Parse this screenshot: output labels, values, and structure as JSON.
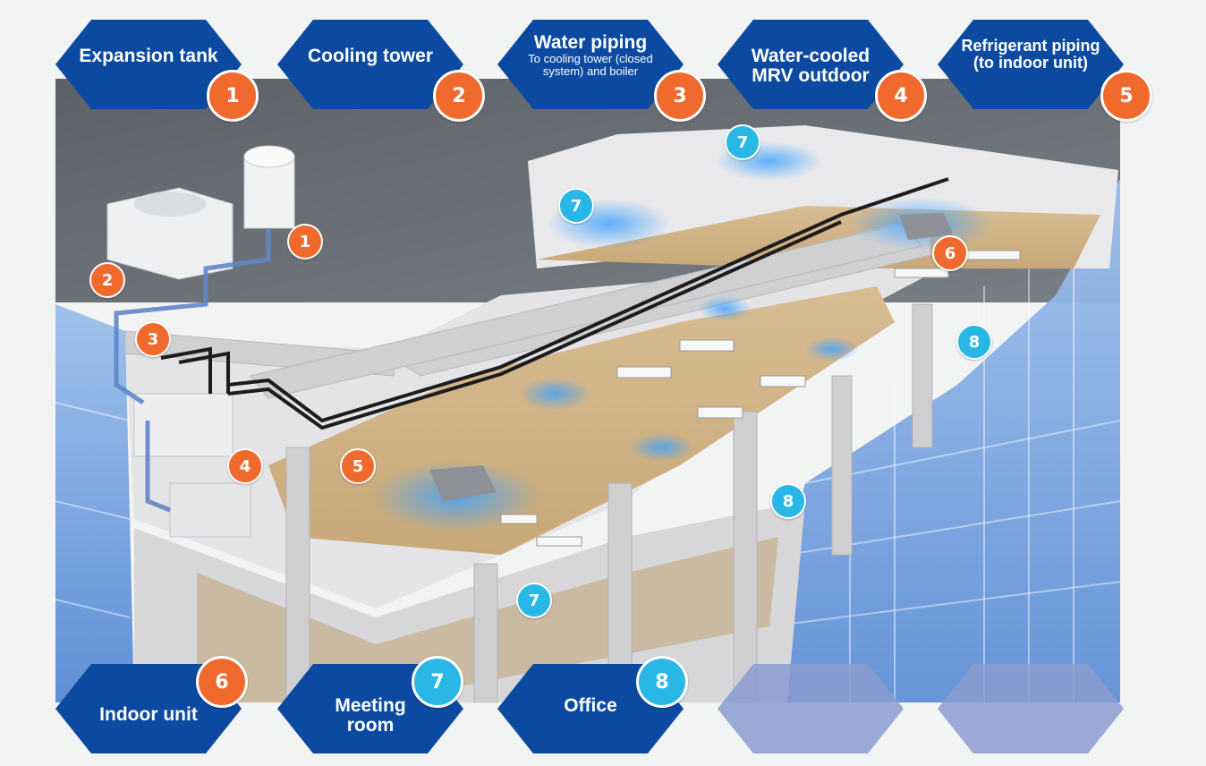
{
  "colors": {
    "tag_blue": "#0b4aa0",
    "tag_ghost": "#8b9bd0",
    "badge_orange": "#ef6a2c",
    "badge_cyan": "#29b8e6",
    "background": "#f2f3f3"
  },
  "top_tags": [
    {
      "title": "Expansion tank",
      "subtitle": "",
      "number": "1"
    },
    {
      "title": "Cooling tower",
      "subtitle": "",
      "number": "2"
    },
    {
      "title": "Water piping",
      "subtitle": "To cooling tower (closed system) and boiler",
      "number": "3"
    },
    {
      "title": "Water-cooled MRV outdoor",
      "subtitle": "",
      "number": "4"
    },
    {
      "title": "Refrigerant piping (to indoor unit)",
      "subtitle": "",
      "number": "5"
    }
  ],
  "bottom_tags": [
    {
      "title": "Indoor unit",
      "number": "6"
    },
    {
      "title": "Meeting room",
      "number": "7"
    },
    {
      "title": "Office",
      "number": "8"
    }
  ],
  "markers": [
    "1",
    "2",
    "3",
    "4",
    "5",
    "6",
    "7",
    "7",
    "7",
    "8",
    "8"
  ]
}
